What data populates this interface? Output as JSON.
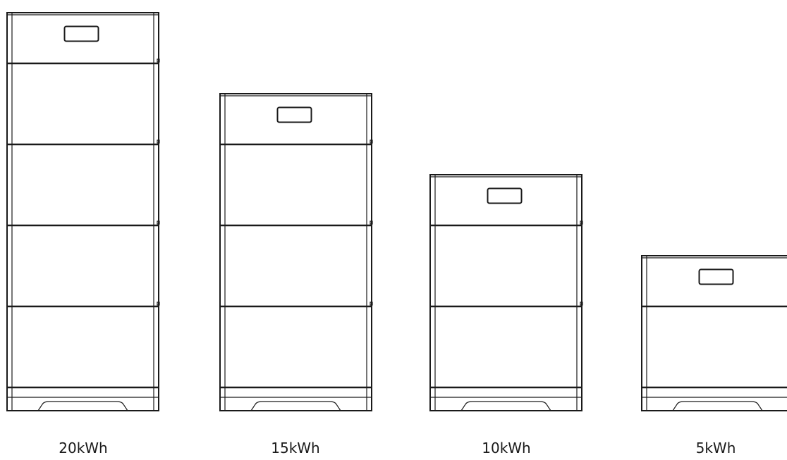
{
  "units": [
    {
      "id": "unit-20kwh",
      "label": "20kWh",
      "battery_modules": 4
    },
    {
      "id": "unit-15kwh",
      "label": "15kWh",
      "battery_modules": 3
    },
    {
      "id": "unit-10kwh",
      "label": "10kWh",
      "battery_modules": 2
    },
    {
      "id": "unit-5kwh",
      "label": "5kWh",
      "battery_modules": 1
    }
  ]
}
